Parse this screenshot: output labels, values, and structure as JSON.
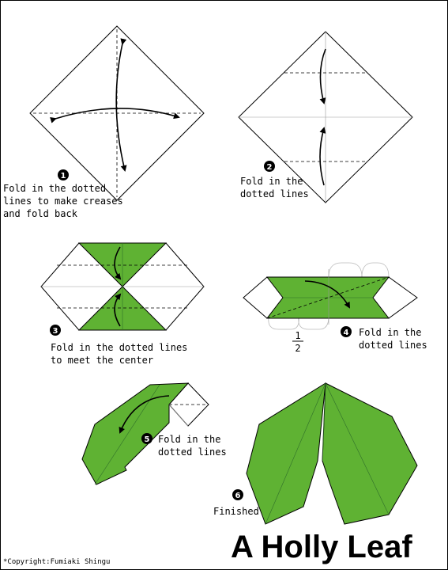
{
  "title": "A Holly Leaf",
  "copyright": "*Copyright:Fumiaki Shingu",
  "colors": {
    "paper_green": "#5fb233",
    "paper_white": "#ffffff",
    "outline": "#000000"
  },
  "steps": [
    {
      "number": "1",
      "lines": [
        "Fold in the dotted",
        "lines to make creases",
        "and fold back"
      ]
    },
    {
      "number": "2",
      "lines": [
        "Fold in the",
        "dotted lines"
      ]
    },
    {
      "number": "3",
      "lines": [
        "Fold in the dotted lines",
        "to meet the center"
      ]
    },
    {
      "number": "4",
      "lines": [
        "Fold in the",
        "dotted lines"
      ],
      "fraction": {
        "numerator": "1",
        "denominator": "2"
      }
    },
    {
      "number": "5",
      "lines": [
        "Fold in the",
        "dotted lines"
      ]
    },
    {
      "number": "6",
      "lines": [
        "Finished"
      ]
    }
  ]
}
